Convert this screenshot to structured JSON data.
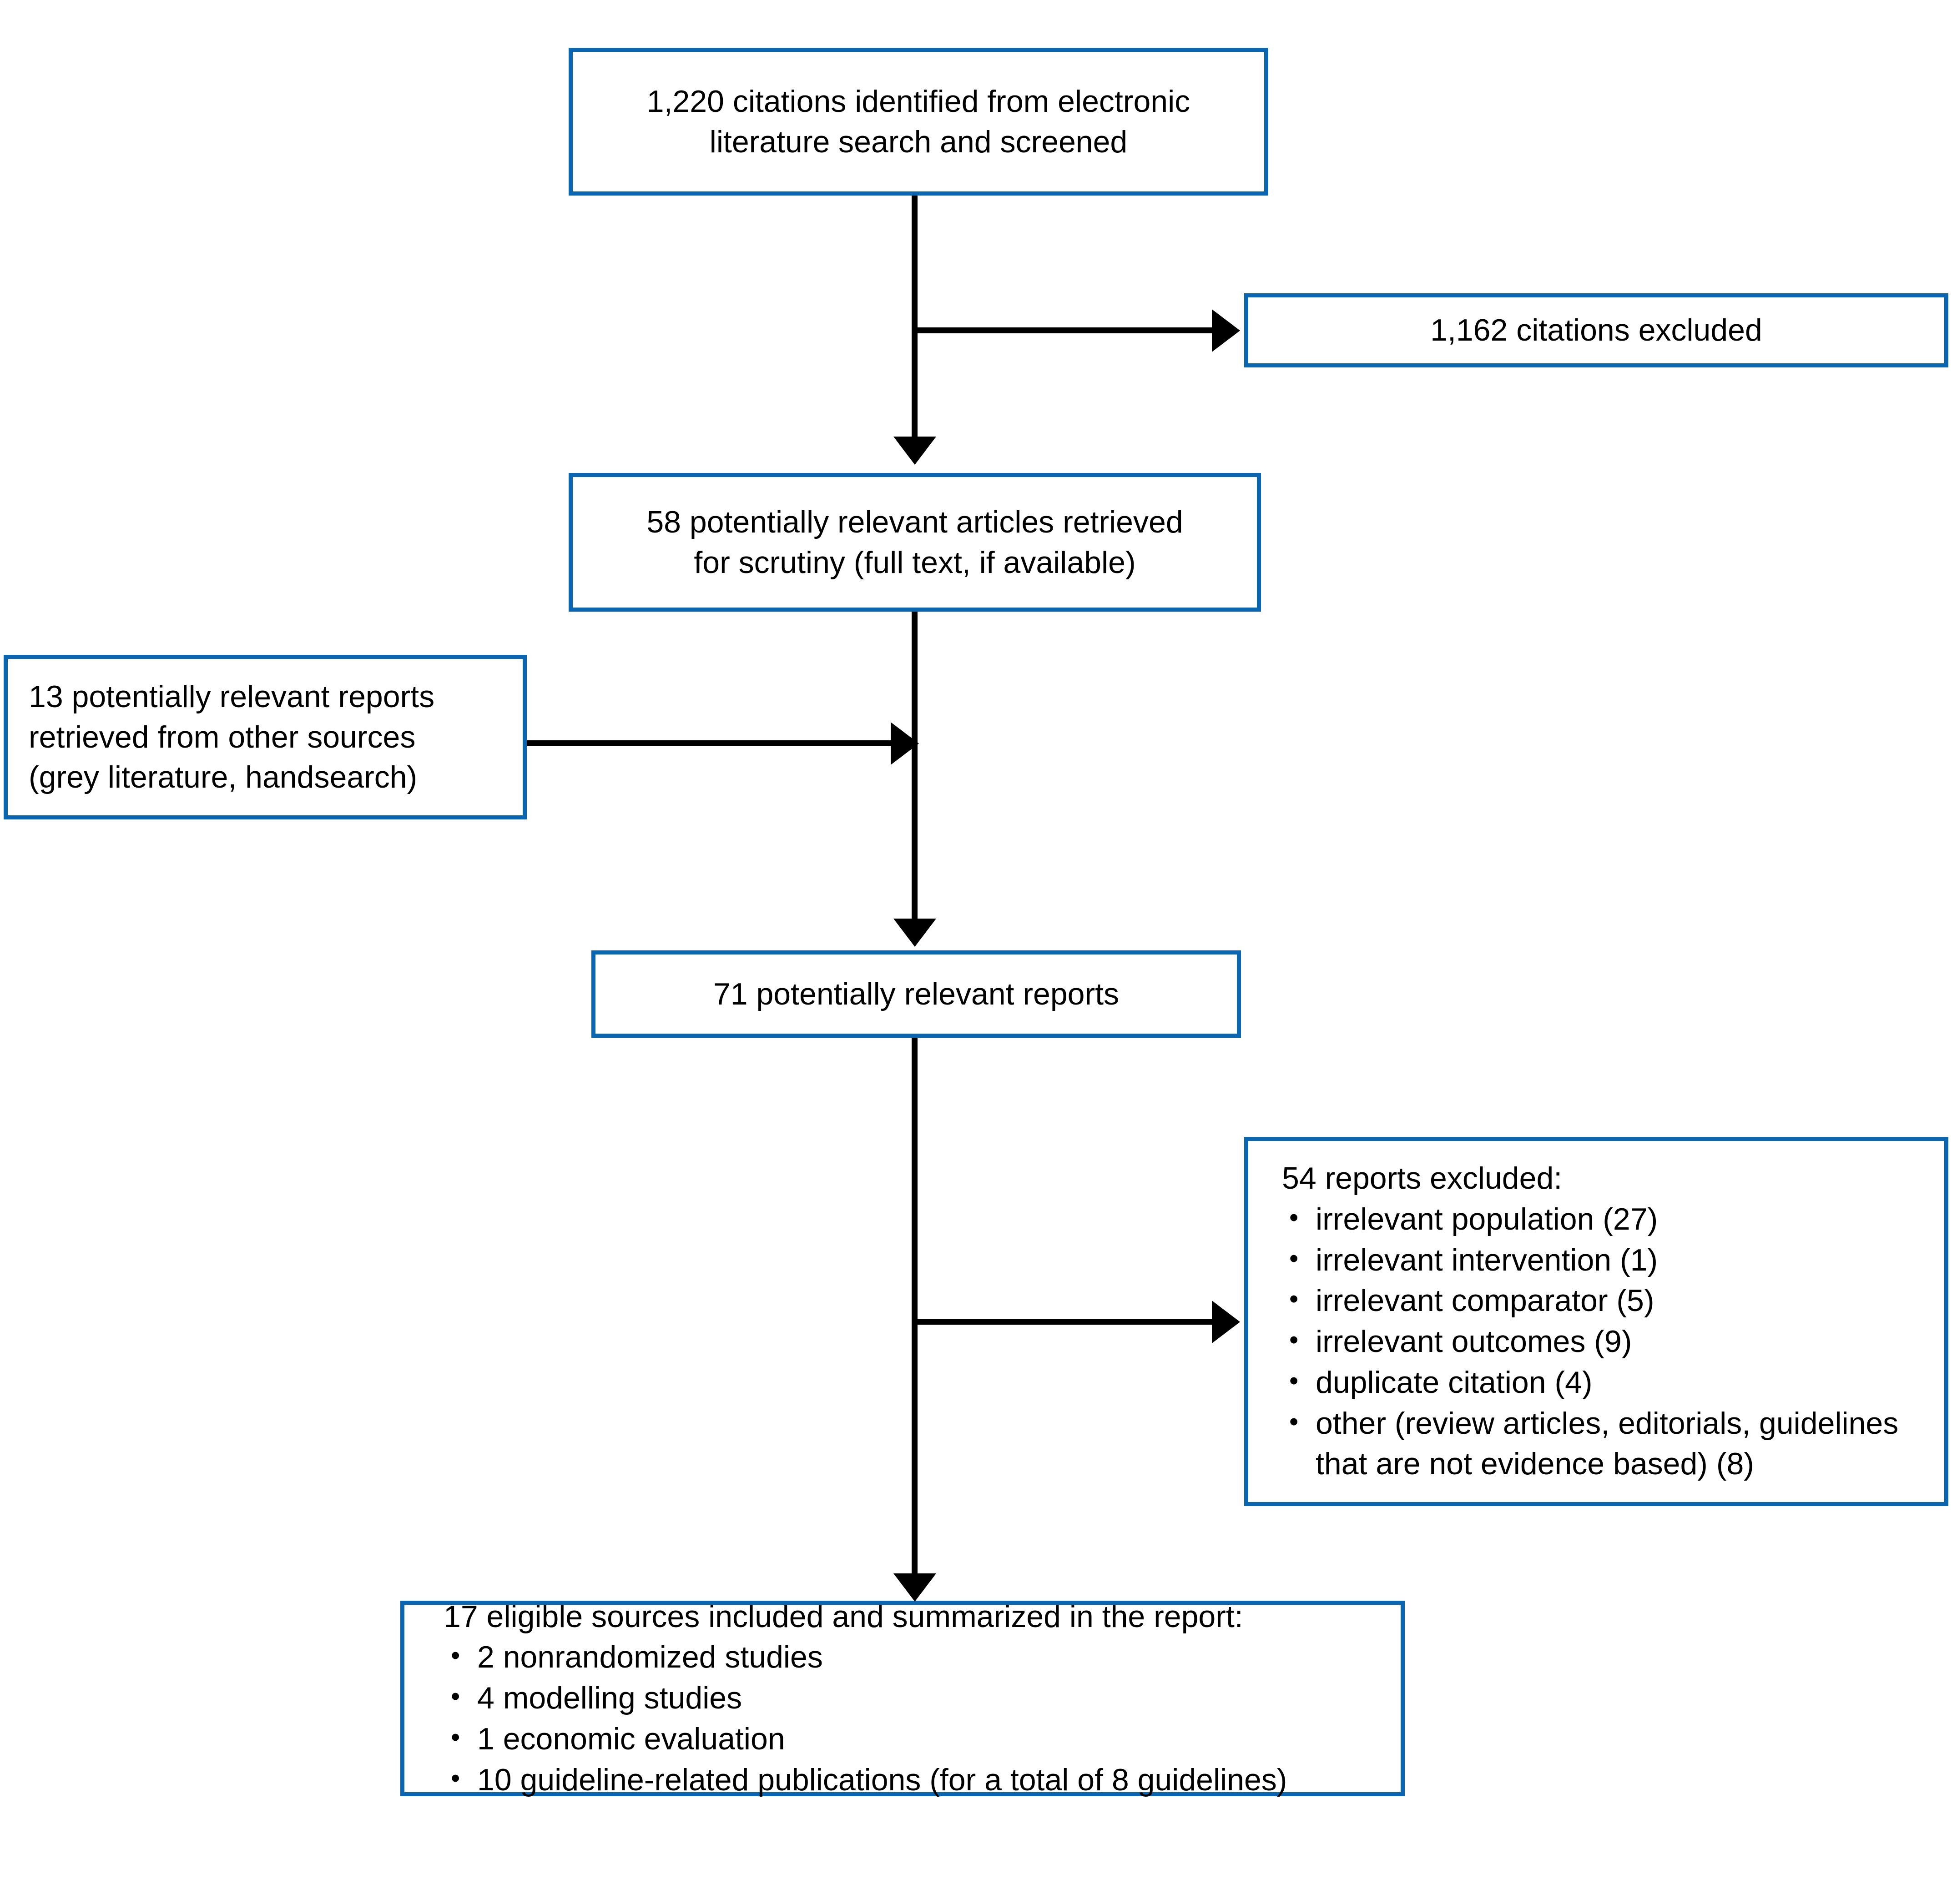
{
  "diagram": {
    "type": "prisma-flow-diagram",
    "accent_color": "#0B66B2",
    "line_color": "#000000",
    "background": "#ffffff"
  },
  "boxes": {
    "identified": {
      "text": "1,220 citations identified from electronic\nliterature search and screened",
      "count": 1220
    },
    "excluded_citations": {
      "text": "1,162 citations excluded",
      "count": 1162
    },
    "retrieved": {
      "text": "58 potentially relevant articles retrieved\nfor scrutiny (full text, if available)",
      "count": 58
    },
    "other_sources": {
      "text": "13 potentially relevant reports\nretrieved from other sources\n(grey literature, handsearch)",
      "count": 13
    },
    "reports_total": {
      "text": "71 potentially relevant reports",
      "count": 71
    },
    "excluded_reports": {
      "header": "54 reports excluded:",
      "count": 54,
      "items": [
        "irrelevant population (27)",
        "irrelevant intervention (1)",
        "irrelevant comparator (5)",
        "irrelevant outcomes (9)",
        "duplicate citation (4)",
        "other (review articles, editorials, guidelines that are not evidence based) (8)"
      ]
    },
    "included": {
      "header": "17 eligible sources included and summarized in the report:",
      "count": 17,
      "items": [
        "2 nonrandomized studies",
        "4 modelling studies",
        "1 economic evaluation",
        "10 guideline-related publications (for a total of 8 guidelines)"
      ]
    }
  },
  "connectors": [
    {
      "name": "identified-to-retrieved",
      "kind": "arrow-down"
    },
    {
      "name": "identified-to-excluded-citations",
      "kind": "arrow-right"
    },
    {
      "name": "retrieved-to-reports-total",
      "kind": "arrow-down"
    },
    {
      "name": "other-sources-to-trunk",
      "kind": "arrow-right"
    },
    {
      "name": "reports-total-to-included",
      "kind": "arrow-down"
    },
    {
      "name": "reports-total-to-excluded-reports",
      "kind": "arrow-right"
    }
  ]
}
